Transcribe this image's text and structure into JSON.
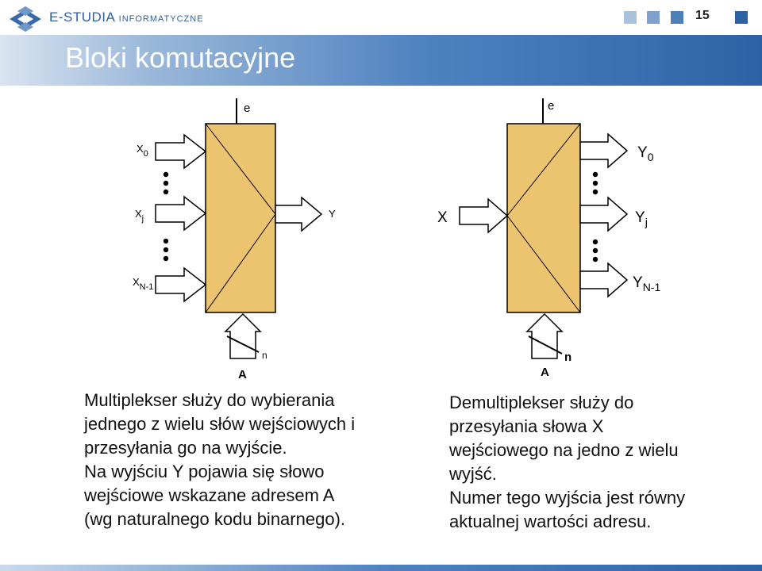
{
  "header": {
    "brand": "E-STUDIA",
    "brand_sub": "INFORMATYCZNE",
    "page_number": "15",
    "colors": {
      "accent": "#2d63a6",
      "box_fill": "#ecc46f"
    }
  },
  "slide": {
    "title": "Bloki komutacyjne"
  },
  "mux": {
    "enable": "e",
    "input_x0": "X",
    "input_x0_sub": "0",
    "input_xj": "X",
    "input_xj_sub": "j",
    "input_xn": "X",
    "input_xn_sub": "N-1",
    "output": "Y",
    "bus_width": "n",
    "address": "A"
  },
  "demux": {
    "enable": "e",
    "input": "X",
    "output_y0": "Y",
    "output_y0_sub": "0",
    "output_yj": "Y",
    "output_yj_sub": "j",
    "output_yn": "Y",
    "output_yn_sub": "N-1",
    "bus_width": "n",
    "address": "A"
  },
  "text_left": {
    "lines": [
      "Multiplekser służy do wybierania",
      "jednego z wielu słów wejściowych i",
      "przesyłania go na wyjście.",
      "Na wyjściu Y pojawia się słowo",
      "wejściowe wskazane adresem A",
      "(wg naturalnego kodu binarnego)."
    ]
  },
  "text_right": {
    "lines": [
      "Demultiplekser służy do",
      "przesyłania słowa X",
      "wejściowego na jedno z wielu",
      "wyjść.",
      "Numer tego wyjścia jest równy",
      "aktualnej wartości adresu."
    ]
  }
}
